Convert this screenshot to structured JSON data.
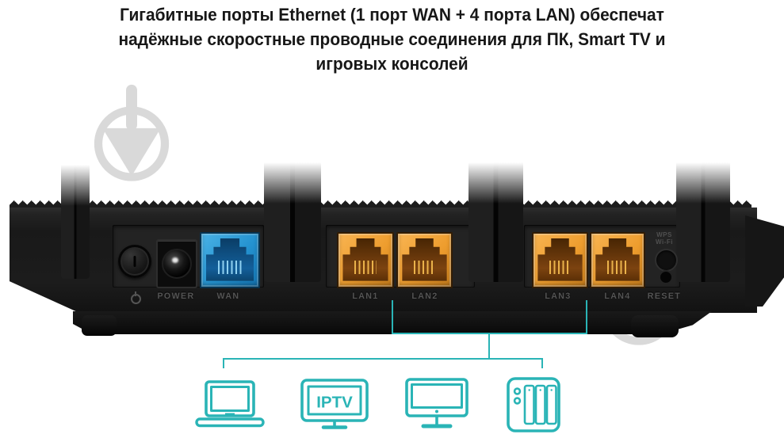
{
  "header": {
    "line1": "Гигабитные порты Ethernet (1 порт WAN + 4 порта LAN) обеспечат",
    "line2": "надёжные скоростные проводные соединения для ПК, Smart TV и",
    "line3": "игровых консолей"
  },
  "router": {
    "port_labels": {
      "power": "POWER",
      "wan": "WAN",
      "lan1": "LAN1",
      "lan2": "LAN2",
      "lan3": "LAN3",
      "lan4": "LAN4",
      "reset": "RESET"
    },
    "wps_button": {
      "line1": "WPS",
      "line2": "Wi-Fi"
    },
    "colors": {
      "wan_port": "#2b9cd8",
      "lan_port": "#f0a035",
      "body": "#1b1b1b",
      "label_gray": "#555555",
      "accent_teal": "#2ab4b6"
    }
  },
  "diagram": {
    "iptv_label": "IPTV",
    "devices": [
      "laptop",
      "iptv-box",
      "tv",
      "game-console"
    ]
  }
}
